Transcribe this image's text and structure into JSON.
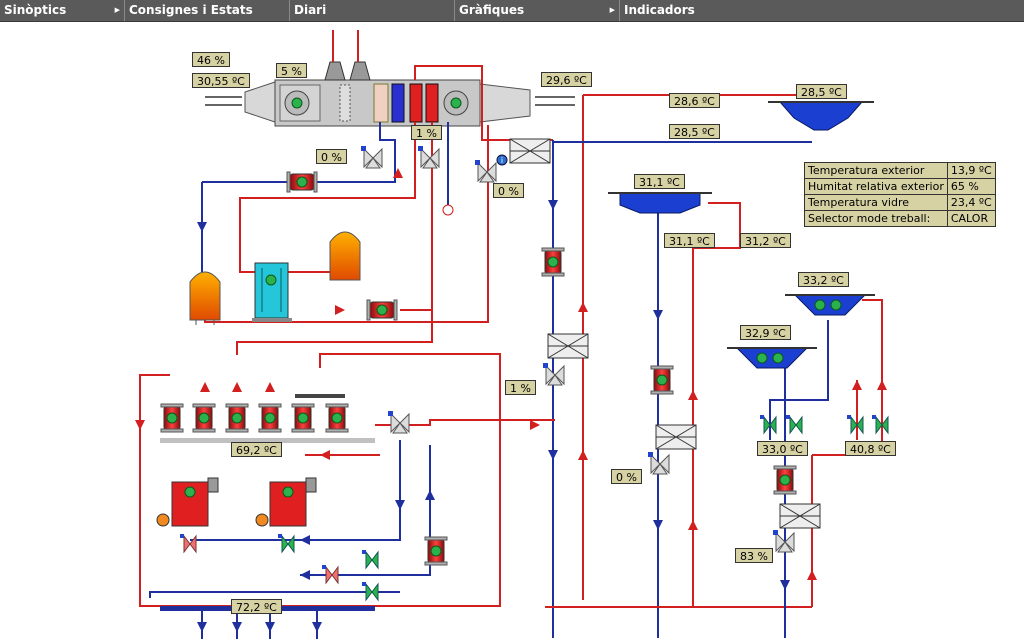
{
  "menu": [
    {
      "label": "Sinòptics",
      "submenu": true
    },
    {
      "label": "Consignes i Estats",
      "submenu": false
    },
    {
      "label": "Diari",
      "submenu": false
    },
    {
      "label": "Gràfiques",
      "submenu": true
    },
    {
      "label": "Indicadors",
      "submenu": false
    }
  ],
  "colors": {
    "hot_pipe": "#d21f1f",
    "cold_pipe": "#1f2f9e",
    "label_bg": "#d7d2a4",
    "valve_green": "#2bb24c",
    "tank_blue": "#1a3fd1"
  },
  "ahu": {
    "humidity": "46 %",
    "outdoor_temp": "30,55 ºC",
    "damper": "5 %",
    "coil_valve": "1 %",
    "supply_temp": "29,6 ºC"
  },
  "pool_main": {
    "return_temp": "28,6 ºC",
    "supply_temp": "28,5 ºC",
    "tank_temp": "28,5 ºC"
  },
  "valves": {
    "v1": "0 %",
    "v2": "0 %",
    "v3": "1 %",
    "v4": "0 %",
    "v5": "83 %"
  },
  "pool_2": {
    "tank_temp": "31,1 ºC",
    "supply_temp": "31,1 ºC",
    "return_temp": "31,2 ºC"
  },
  "pool_3": {
    "tank_temp": "33,2 ºC",
    "out_temp": "40,8 ºC"
  },
  "pool_4": {
    "tank_temp": "32,9 ºC",
    "out_temp": "33,0 ºC"
  },
  "collector_hot": "69,2 ºC",
  "collector_return": "72,2 ºC",
  "info": [
    {
      "label": "Temperatura exterior",
      "value": "13,9 ºC"
    },
    {
      "label": "Humitat relativa exterior",
      "value": "65 %"
    },
    {
      "label": "Temperatura vidre",
      "value": "23,4 ºC"
    },
    {
      "label": "Selector mode treball:",
      "value": "CALOR"
    }
  ]
}
